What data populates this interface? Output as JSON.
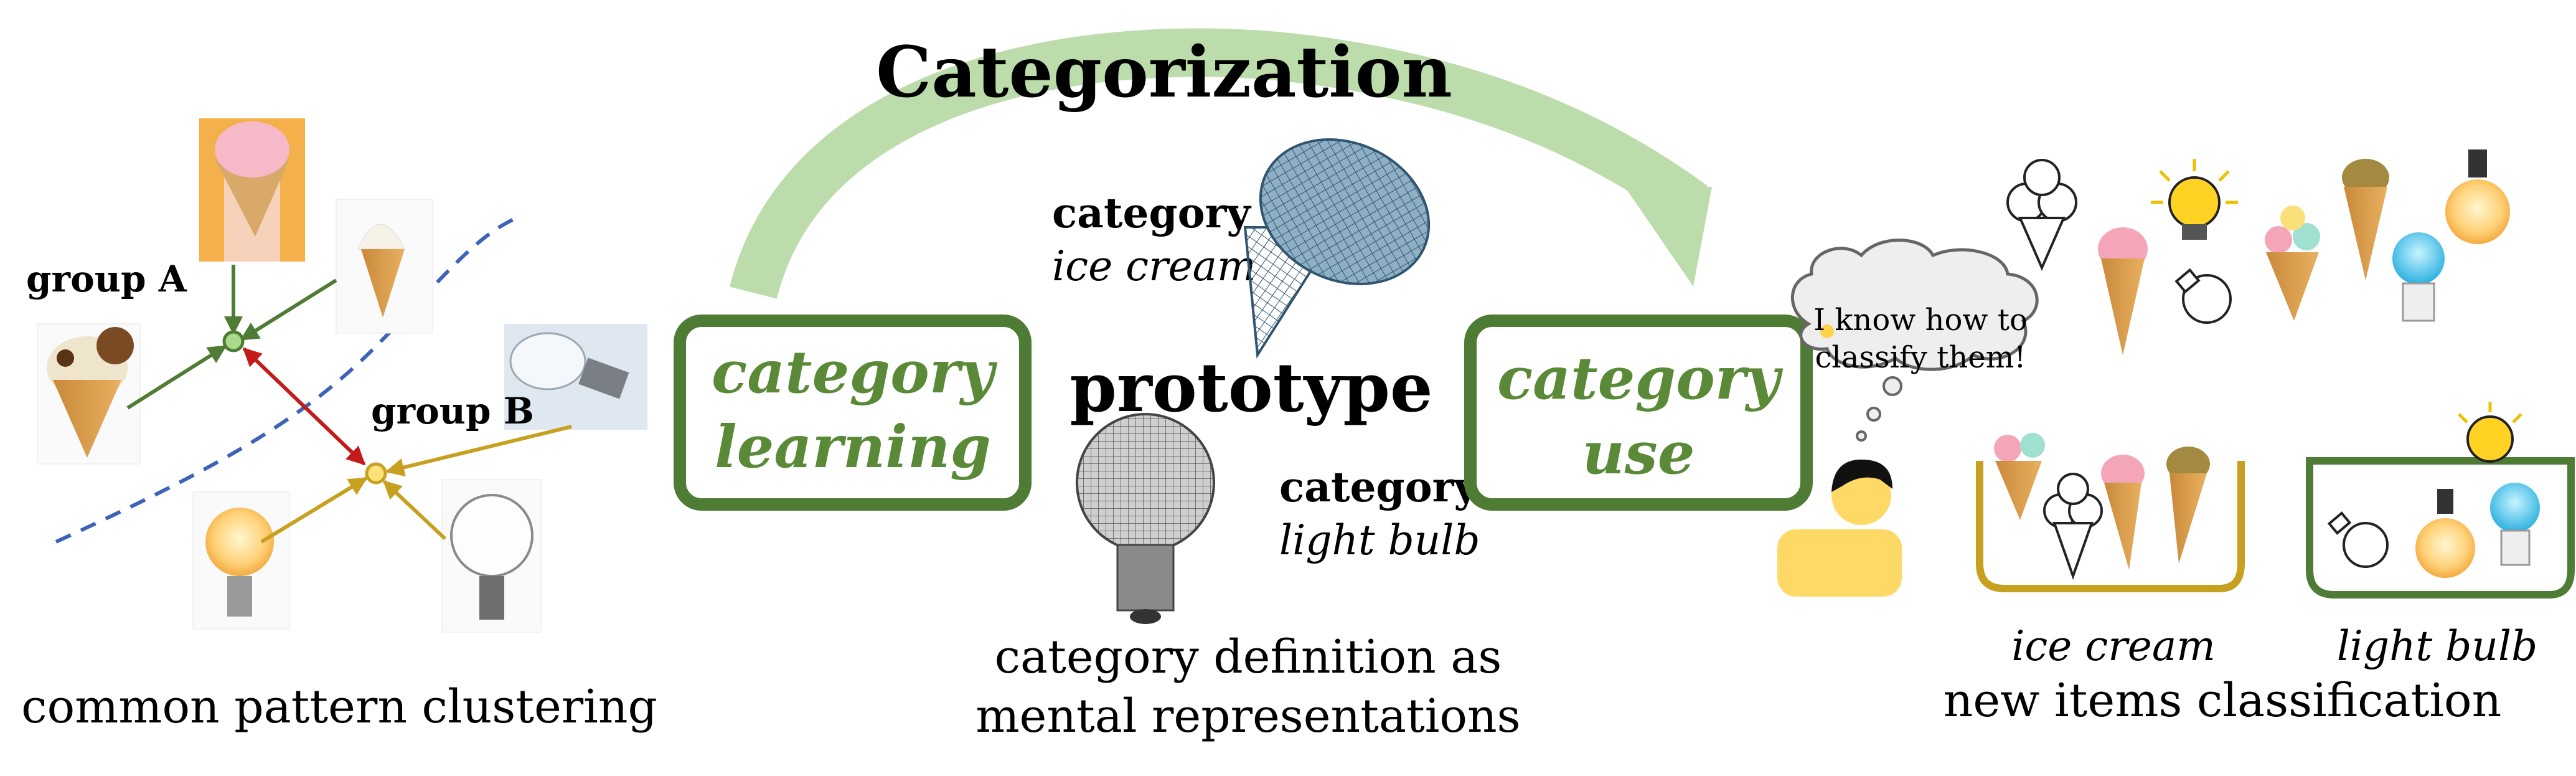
{
  "title": "Categorization",
  "left": {
    "group_a": "group A",
    "group_b": "group B",
    "caption": "common pattern clustering"
  },
  "middle": {
    "learning_line1": "category",
    "learning_line2": "learning",
    "cat_label_1": "category",
    "cat_name_1": "ice cream",
    "prototype": "prototype",
    "cat_label_2": "category",
    "cat_name_2": "light bulb",
    "caption_line1": "category definition as",
    "caption_line2": "mental representations"
  },
  "right": {
    "use_line1": "category",
    "use_line2": "use",
    "bubble_line1": "I know how to",
    "bubble_line2": "classify them!",
    "bin1_label": "ice cream",
    "bin2_label": "light bulb",
    "caption": "new items classification"
  },
  "colors": {
    "green": "#4f7c35",
    "arc_green": "#bcdcab",
    "gold": "#c8a020",
    "red": "#c41a1a",
    "blue_dash": "#3c63b8",
    "person_yellow": "#ffd966"
  }
}
